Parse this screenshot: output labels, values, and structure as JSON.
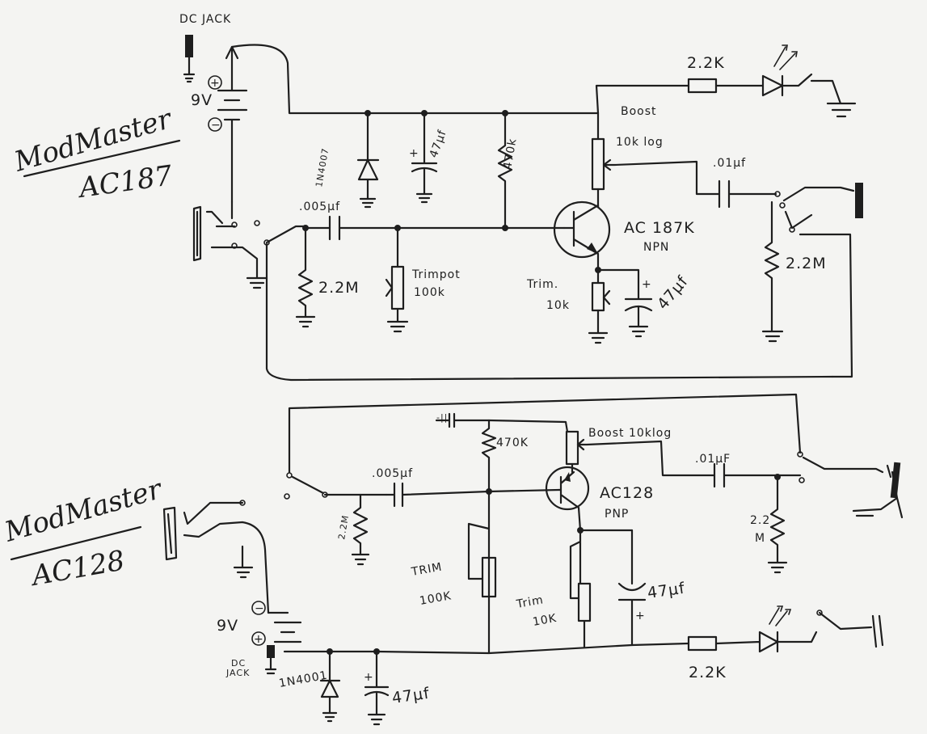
{
  "circuit_top": {
    "title": "ModMaster",
    "model": "AC187",
    "labels": {
      "dc_jack": "DC JACK",
      "battery": "9V",
      "battery_plus": "+",
      "battery_minus": "−",
      "diode": "1N4007",
      "cap_supply": "47µf",
      "res_470k": "470k",
      "res_22k": "2.2K",
      "boost_pot": "Boost",
      "boost_taper": "10k log",
      "cap_out": ".01µf",
      "cap_in": ".005µf",
      "res_in": "2.2M",
      "trimpot": "Trimpot",
      "trimpot_value": "100k",
      "transistor": "AC 187K",
      "transistor_type": "NPN",
      "trim": "Trim.",
      "trim_value": "10k",
      "cap_emitter": "47µf",
      "res_out": "2.2M"
    }
  },
  "circuit_bottom": {
    "title": "ModMaster",
    "model": "AC128",
    "labels": {
      "cap_top": "-||",
      "res_470k": "470K",
      "boost": "Boost 10klog",
      "cap_out": ".01µF",
      "cap_in": ".005µf",
      "res_in": "2.2M",
      "transistor": "AC128",
      "transistor_type": "PNP",
      "trim1": "TRIM",
      "trim1_value": "100K",
      "trim2": "Trim",
      "trim2_value": "10K",
      "cap_emitter": "47µf",
      "res_out_a": "2.2",
      "res_out_b": "M",
      "battery": "9V",
      "battery_minus": "−",
      "battery_plus": "+",
      "dc_jack_a": "DC",
      "dc_jack_b": "JACK",
      "diode": "1N4001",
      "cap_supply": "47µf",
      "res_22k": "2.2K"
    }
  }
}
